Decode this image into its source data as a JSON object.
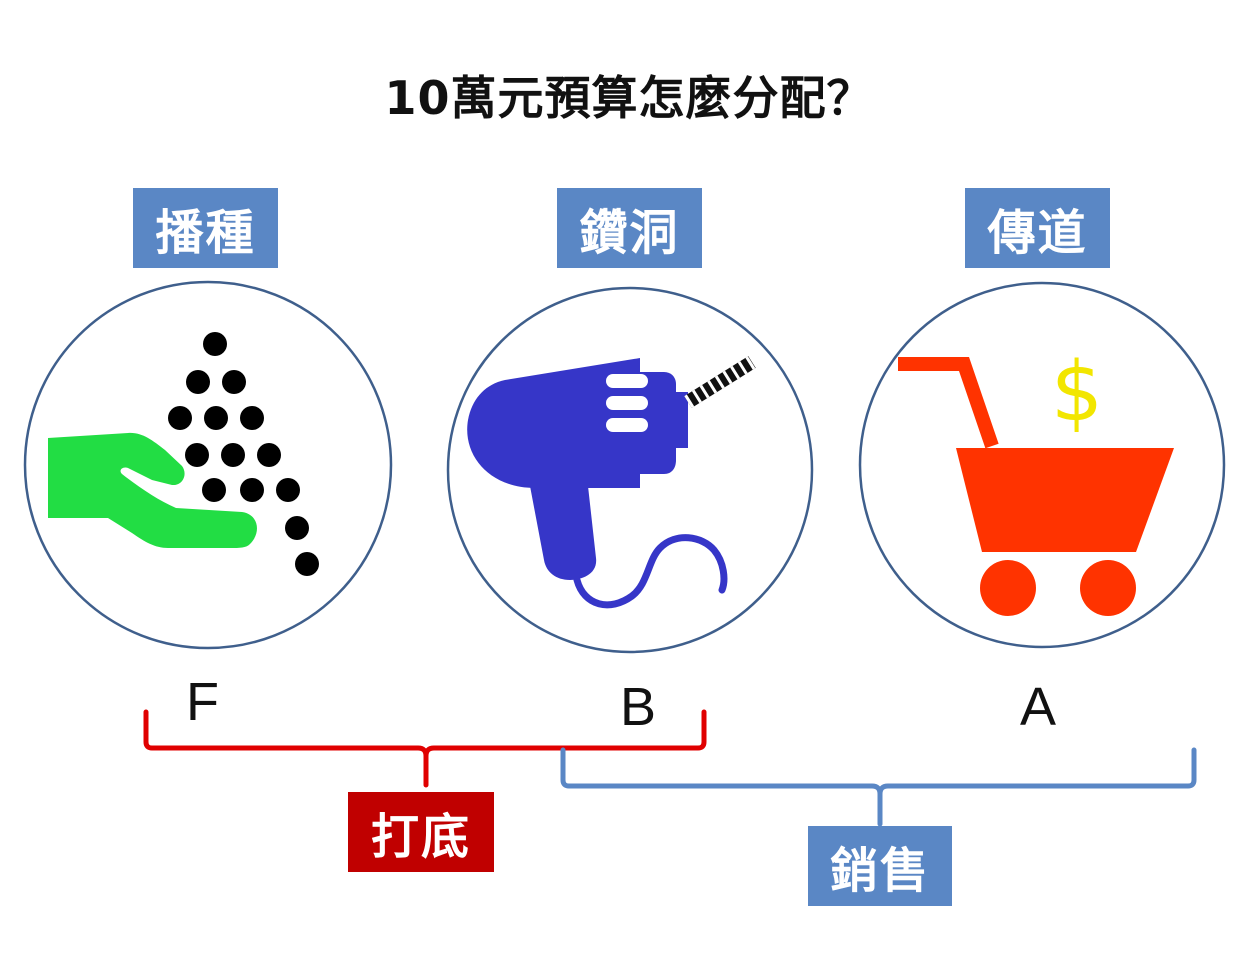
{
  "title": "10萬元預算怎麼分配？",
  "stages": [
    {
      "label": "播種",
      "letter": "F",
      "icon": "seed-sowing-hand-icon"
    },
    {
      "label": "鑽洞",
      "letter": "B",
      "icon": "power-drill-icon"
    },
    {
      "label": "傳道",
      "letter": "A",
      "icon": "shopping-cart-dollar-icon"
    }
  ],
  "groups": {
    "foundation": {
      "label": "打底",
      "color": "#c00000"
    },
    "sales": {
      "label": "銷售",
      "color": "#5a87c5"
    }
  },
  "colors": {
    "circle_border": "#3f5f8c",
    "hand": "#22dd44",
    "drill": "#3636c8",
    "cart": "#ff3300",
    "dollar": "#f2e600"
  }
}
